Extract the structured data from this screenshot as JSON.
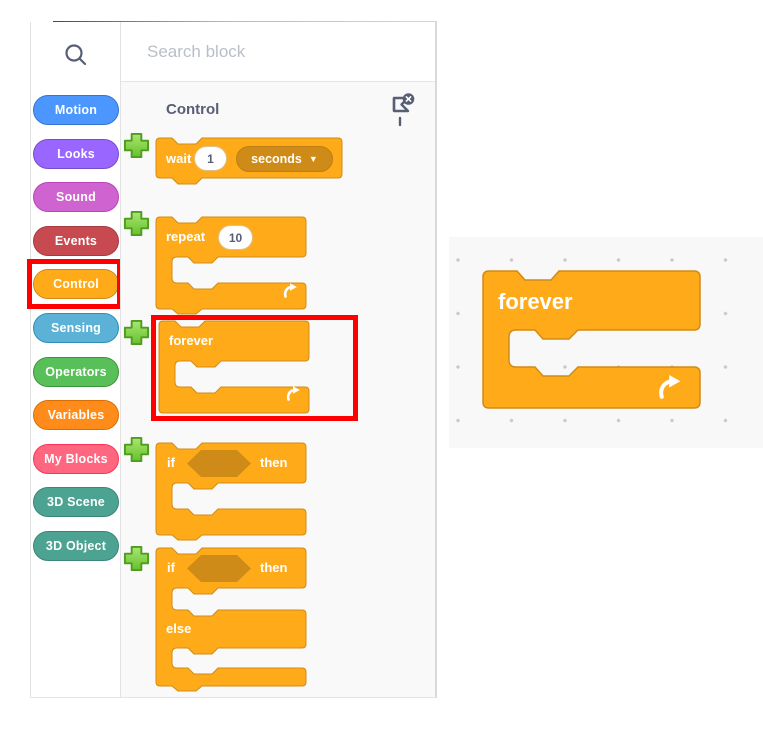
{
  "search": {
    "placeholder": "Search block"
  },
  "sidebar": {
    "categories": [
      {
        "label": "Motion",
        "color": "#4C97FF",
        "border": "#3373CC"
      },
      {
        "label": "Looks",
        "color": "#9966FF",
        "border": "#774DCB"
      },
      {
        "label": "Sound",
        "color": "#CF63CF",
        "border": "#BD42BD"
      },
      {
        "label": "Events",
        "color": "#C64A4F",
        "border": "#A63B3F"
      },
      {
        "label": "Control",
        "color": "#FFAB19",
        "border": "#CF8B17",
        "selected": true
      },
      {
        "label": "Sensing",
        "color": "#5CB1D6",
        "border": "#2E8EB8"
      },
      {
        "label": "Operators",
        "color": "#59C059",
        "border": "#389438"
      },
      {
        "label": "Variables",
        "color": "#FF8C1A",
        "border": "#DB6E00"
      },
      {
        "label": "My Blocks",
        "color": "#FF6680",
        "border": "#FF3355"
      },
      {
        "label": "3D Scene",
        "color": "#4CA391",
        "border": "#3A8678"
      },
      {
        "label": "3D Object",
        "color": "#4CA391",
        "border": "#3A8678"
      }
    ]
  },
  "palette": {
    "header": "Control",
    "block_color": "#FFAB19",
    "block_border": "#CF8B17",
    "blocks": {
      "wait": {
        "text": "wait",
        "value": "1",
        "unit": "seconds"
      },
      "repeat": {
        "text": "repeat",
        "value": "10"
      },
      "forever": {
        "text": "forever"
      },
      "if": {
        "text_if": "if",
        "text_then": "then"
      },
      "if_else": {
        "text_if": "if",
        "text_then": "then",
        "text_else": "else"
      }
    }
  },
  "detail": {
    "forever": {
      "text": "forever"
    }
  },
  "annotations": {
    "highlight_color": "#FF0000"
  }
}
